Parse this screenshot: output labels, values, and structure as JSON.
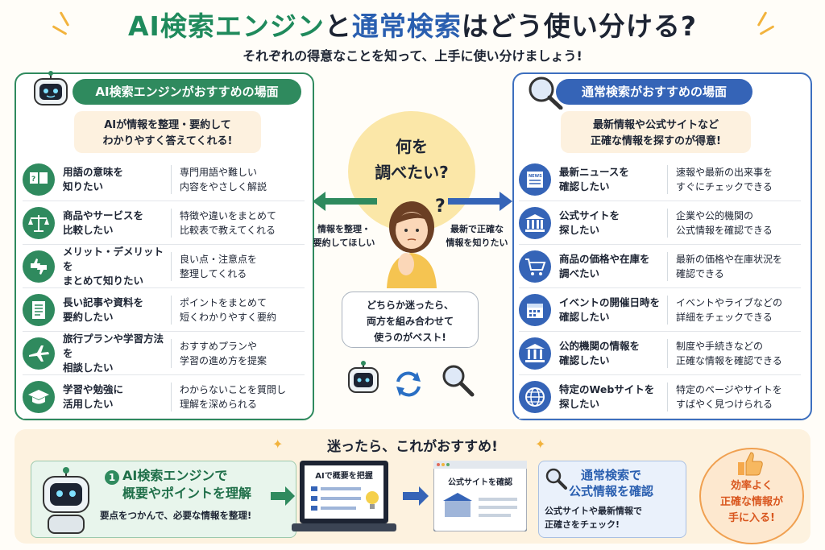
{
  "header": {
    "title_part1": "AI検索エンジン",
    "title_part2": "と",
    "title_part3": "通常検索",
    "title_part4": "はどう使い分ける?",
    "subtitle": "それぞれの得意なことを知って、上手に使い分けましょう!"
  },
  "left": {
    "heading": "AI検索エンジンがおすすめの場面",
    "intro_line1": "AIが情報を整理・要約して",
    "intro_line2": "わかりやすく答えてくれる!",
    "rows": [
      {
        "icon": "dictionary-icon",
        "t1a": "用語の意味を",
        "t1b": "知りたい",
        "t2a": "専門用語や難しい",
        "t2b": "内容をやさしく解説"
      },
      {
        "icon": "scale-icon",
        "t1a": "商品やサービスを",
        "t1b": "比較したい",
        "t2a": "特徴や違いをまとめて",
        "t2b": "比較表で教えてくれる"
      },
      {
        "icon": "thumbs-up-down-icon",
        "t1a": "メリット・デメリットを",
        "t1b": "まとめて知りたい",
        "t2a": "良い点・注意点を",
        "t2b": "整理してくれる"
      },
      {
        "icon": "document-icon",
        "t1a": "長い記事や資料を",
        "t1b": "要約したい",
        "t2a": "ポイントをまとめて",
        "t2b": "短くわかりやすく要約"
      },
      {
        "icon": "airplane-icon",
        "t1a": "旅行プランや学習方法を",
        "t1b": "相談したい",
        "t2a": "おすすめプランや",
        "t2b": "学習の進め方を提案"
      },
      {
        "icon": "graduation-cap-icon",
        "t1a": "学習や勉強に",
        "t1b": "活用したい",
        "t2a": "わからないことを質問し",
        "t2b": "理解を深められる"
      }
    ]
  },
  "right": {
    "heading": "通常検索がおすすめの場面",
    "intro_line1": "最新情報や公式サイトなど",
    "intro_line2": "正確な情報を探すのが得意!",
    "rows": [
      {
        "icon": "news-icon",
        "t1a": "最新ニュースを",
        "t1b": "確認したい",
        "t2a": "速報や最新の出来事を",
        "t2b": "すぐにチェックできる"
      },
      {
        "icon": "building-icon",
        "t1a": "公式サイトを",
        "t1b": "探したい",
        "t2a": "企業や公的機関の",
        "t2b": "公式情報を確認できる"
      },
      {
        "icon": "cart-icon",
        "t1a": "商品の価格や在庫を",
        "t1b": "調べたい",
        "t2a": "最新の価格や在庫状況を",
        "t2b": "確認できる"
      },
      {
        "icon": "calendar-icon",
        "t1a": "イベントの開催日時を",
        "t1b": "確認したい",
        "t2a": "イベントやライブなどの",
        "t2b": "詳細をチェックできる"
      },
      {
        "icon": "institution-icon",
        "t1a": "公的機関の情報を",
        "t1b": "確認したい",
        "t2a": "制度や手続きなどの",
        "t2b": "正確な情報を確認できる"
      },
      {
        "icon": "globe-icon",
        "t1a": "特定のWebサイトを",
        "t1b": "探したい",
        "t2a": "特定のページやサイトを",
        "t2b": "すばやく見つけられる"
      }
    ]
  },
  "center": {
    "q1": "何を",
    "q2": "調べたい?",
    "left_l1": "情報を整理・",
    "left_l2": "要約してほしい",
    "right_l1": "最新で正確な",
    "right_l2": "情報を知りたい",
    "b1": "どちらか迷ったら、",
    "b2": "両方を組み合わせて",
    "b3": "使うのがベスト!",
    "qmark": "?"
  },
  "bottom": {
    "heading": "迷ったら、これがおすすめ!",
    "step_num": "1",
    "step_l1": "AI検索エンジンで",
    "step_l2": "概要やポイントを理解",
    "step_desc": "要点をつかんで、必要な情報を整理!",
    "laptop_label": "AIで概要を把握",
    "window_label": "公式サイトを確認",
    "step2_l1": "通常検索で",
    "step2_l2": "公式情報を確認",
    "step2_desc1": "公式サイトや最新情報で",
    "step2_desc2": "正確さをチェック!",
    "result_l1": "効率よく",
    "result_l2": "正確な情報が",
    "result_l3": "手に入る!"
  }
}
